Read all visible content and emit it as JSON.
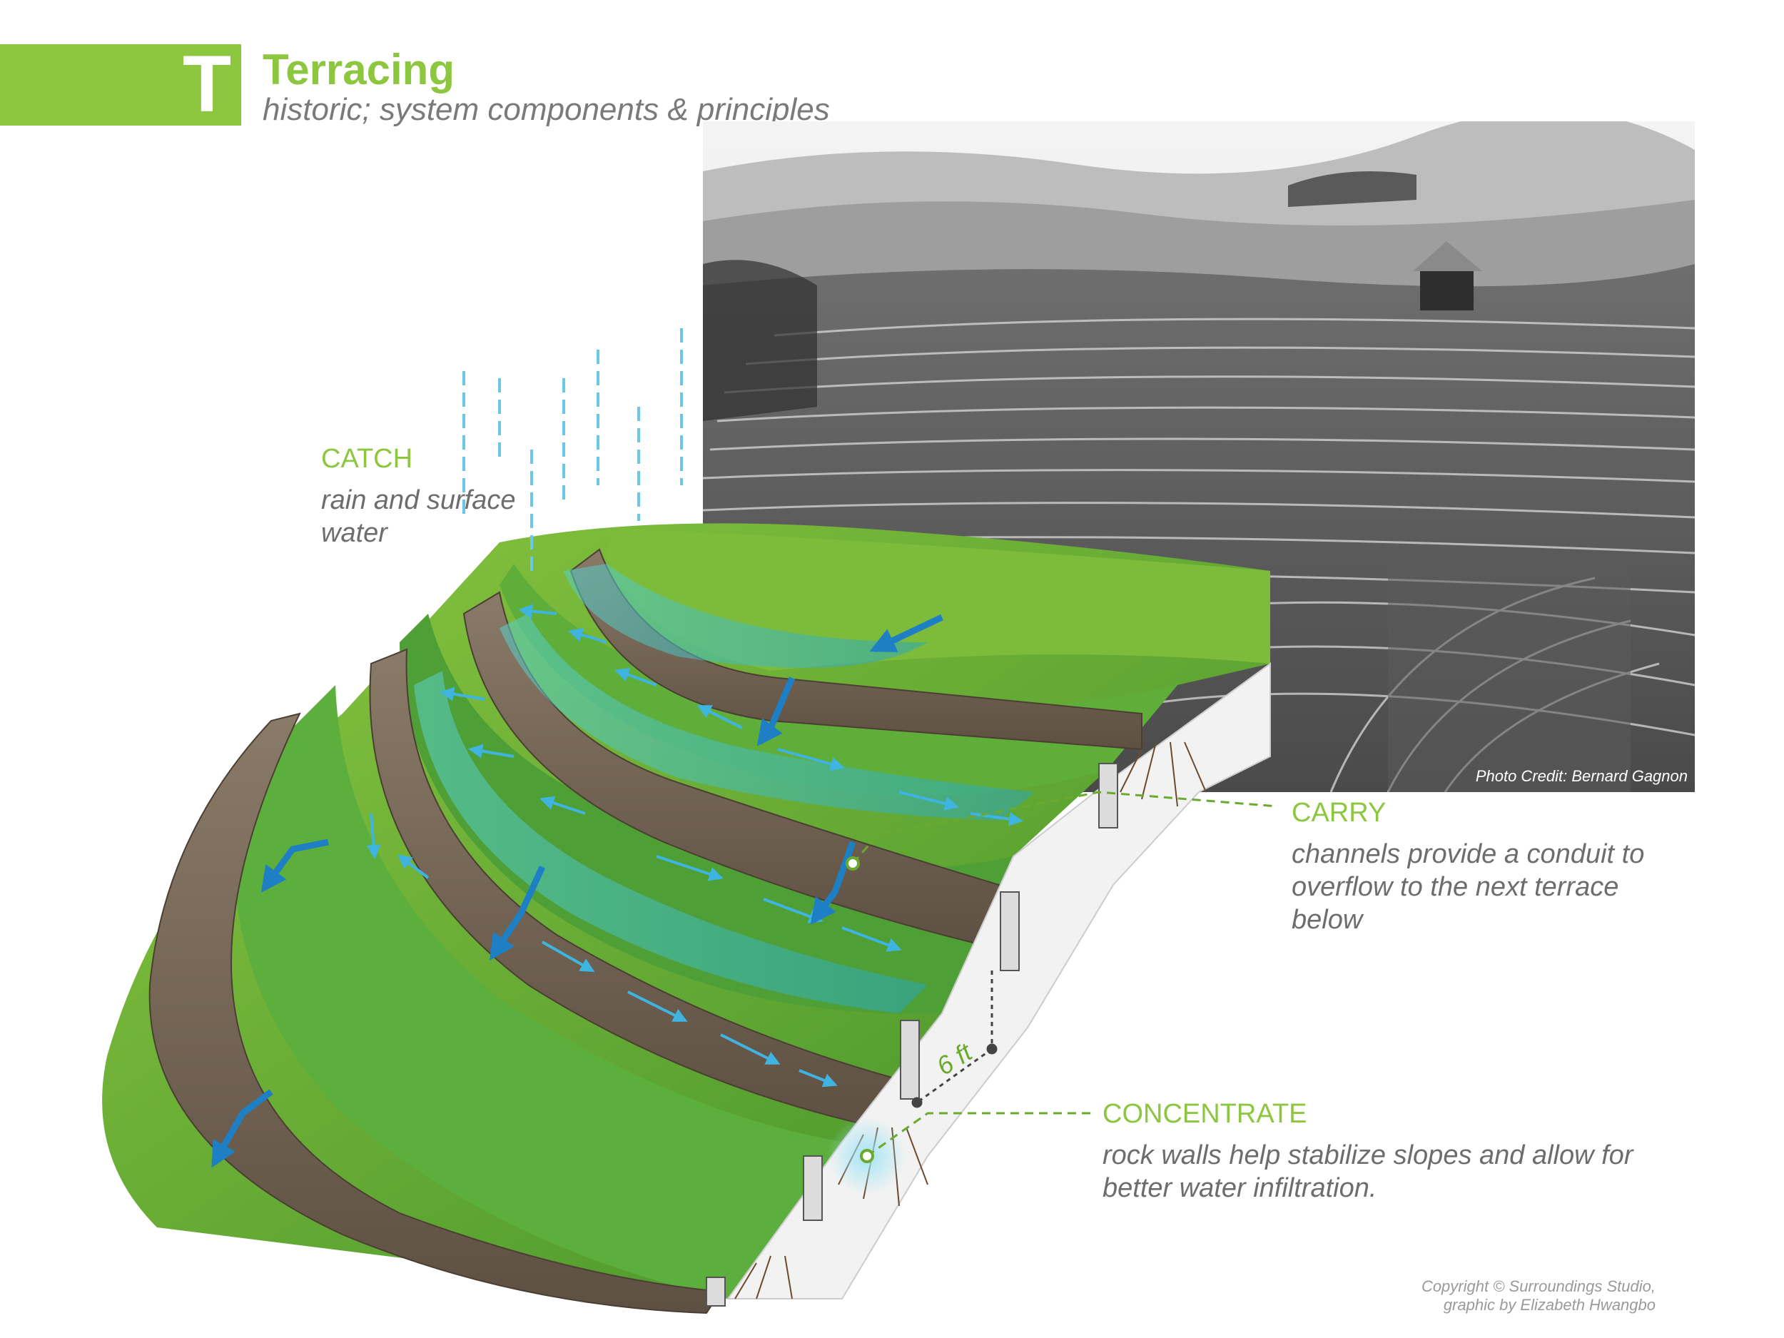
{
  "header": {
    "letter": "T",
    "title": "Terracing",
    "subtitle": "historic; system components & principles"
  },
  "photo": {
    "credit": "Photo Credit: Bernard Gagnon"
  },
  "labels": {
    "catch": {
      "heading": "CATCH",
      "body": "rain and surface water"
    },
    "carry": {
      "heading": "CARRY",
      "body": "channels provide a conduit to overflow to the next terrace below"
    },
    "concentrate": {
      "heading": "CONCENTRATE",
      "body": "rock walls help stabilize slopes and allow for better water infiltration."
    },
    "height": "6 ft"
  },
  "footer": {
    "copyright_line1": "Copyright © Surroundings Studio,",
    "copyright_line2": "graphic by Elizabeth Hwangbo"
  },
  "colors": {
    "accent_green": "#8dc63f",
    "water_blue": "#1e88c8",
    "rain_blue": "#6cc6e8",
    "stone_brown": "#7a6a5a",
    "grass_green": "#5aa83a"
  },
  "icons": [
    "rain-drop-icon",
    "flow-arrow-icon",
    "overflow-arrow-icon",
    "infiltration-point-icon"
  ]
}
